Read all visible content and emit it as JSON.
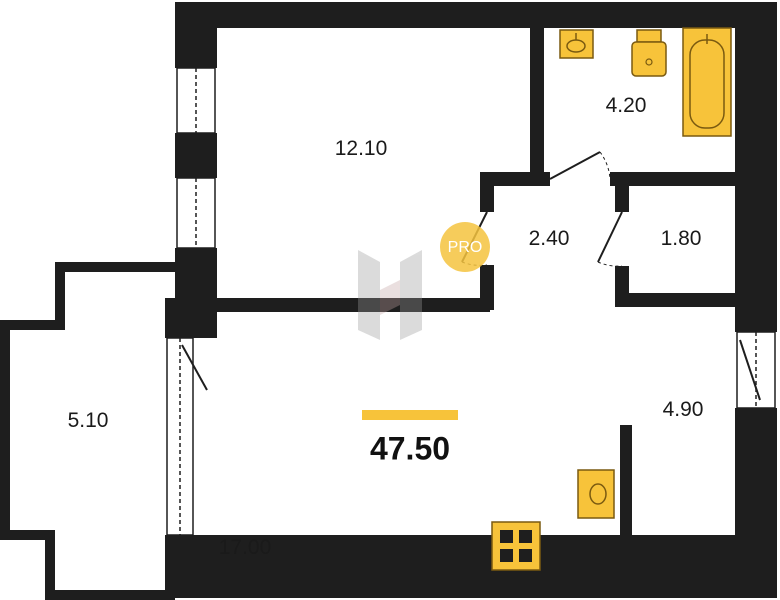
{
  "plan": {
    "total_area": "47.50",
    "badge": "PRO",
    "rooms": [
      {
        "id": "room-bedroom",
        "area": "12.10"
      },
      {
        "id": "room-bathroom",
        "area": "4.20"
      },
      {
        "id": "room-hall",
        "area": "2.40"
      },
      {
        "id": "room-toilet",
        "area": "1.80"
      },
      {
        "id": "room-kitchen",
        "area": "4.90"
      },
      {
        "id": "room-balcony",
        "area": "5.10"
      },
      {
        "id": "room-living",
        "area": "17.00"
      }
    ]
  },
  "colors": {
    "wall": "#1e1e1e",
    "fixture": "#f7c33a",
    "fixture_stroke": "#7a5a10",
    "badge": "#f5c33e"
  },
  "icons": [
    "sink-icon",
    "toilet-icon",
    "bathtub-icon",
    "stove-icon",
    "watermark-logo"
  ]
}
